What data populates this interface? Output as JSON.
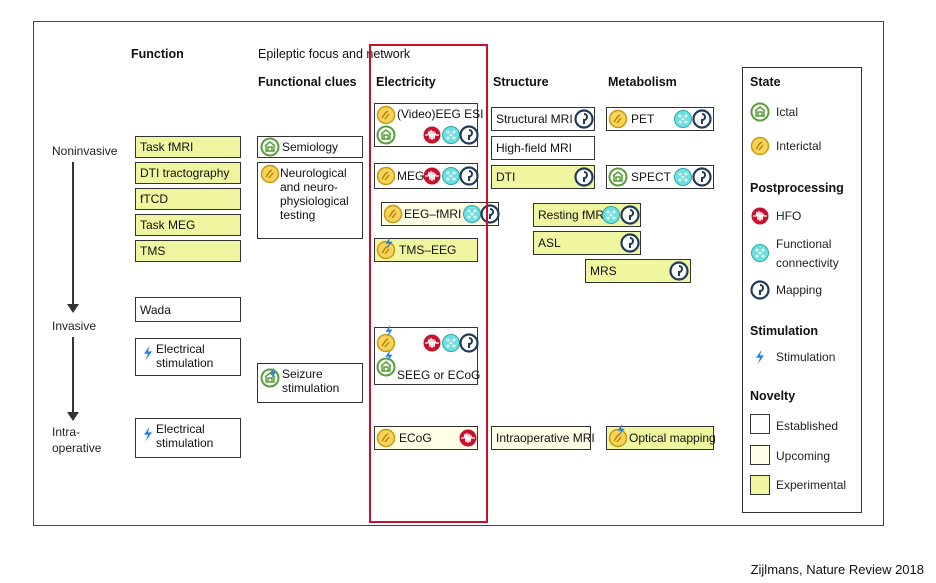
{
  "columns": {
    "function": "Function",
    "focus": "Epileptic focus and network",
    "clues": "Functional clues",
    "electricity": "Electricity",
    "structure": "Structure",
    "metabolism": "Metabolism"
  },
  "rows": {
    "noninvasive": "Noninvasive",
    "invasive": "Invasive",
    "intraoperative_1": "Intra-",
    "intraoperative_2": "operative"
  },
  "function_items": [
    "Task fMRI",
    "DTI tractography",
    "fTCD",
    "Task MEG",
    "TMS",
    "Wada"
  ],
  "electrical_stimulation_1": "Electrical",
  "electrical_stimulation_2": "stimulation",
  "clues": {
    "semiology": "Semiology",
    "neuro_1": "Neurological",
    "neuro_2": "and neuro-",
    "neuro_3": "physiological",
    "neuro_4": "testing",
    "seizure_1": "Seizure",
    "seizure_2": "stimulation"
  },
  "electricity": {
    "video_eeg": "(Video)EEG ESI",
    "meg": "MEG",
    "eeg_fmri": "EEG–fMRI",
    "tms_eeg": "TMS–EEG",
    "seeg": "SEEG or ECoG",
    "ecog": "ECoG"
  },
  "structure": {
    "structural_mri": "Structural MRI",
    "high_field": "High-field MRI",
    "dti": "DTI",
    "resting_fmri": "Resting fMRI",
    "asl": "ASL",
    "mrs": "MRS",
    "intraop_mri": "Intraoperative MRI"
  },
  "metabolism": {
    "pet": "PET",
    "spect": "SPECT",
    "optical": "Optical mapping"
  },
  "legend": {
    "state": "State",
    "ictal": "Ictal",
    "interictal": "Interictal",
    "postprocessing": "Postprocessing",
    "hfo": "HFO",
    "fc_1": "Functional",
    "fc_2": "connectivity",
    "mapping": "Mapping",
    "stimulation_title": "Stimulation",
    "stimulation": "Stimulation",
    "novelty": "Novelty",
    "established": "Established",
    "upcoming": "Upcoming",
    "experimental": "Experimental"
  },
  "citation": "Zijlmans, Nature Review 2018",
  "colors": {
    "ictal": "#5a9e3a",
    "interictal": "#f0c030",
    "hfo": "#c8102e",
    "fc": "#4fd0d0",
    "mapping": "#1f3a5a",
    "stim": "#2a7fd8",
    "frame": "#c8102e"
  }
}
